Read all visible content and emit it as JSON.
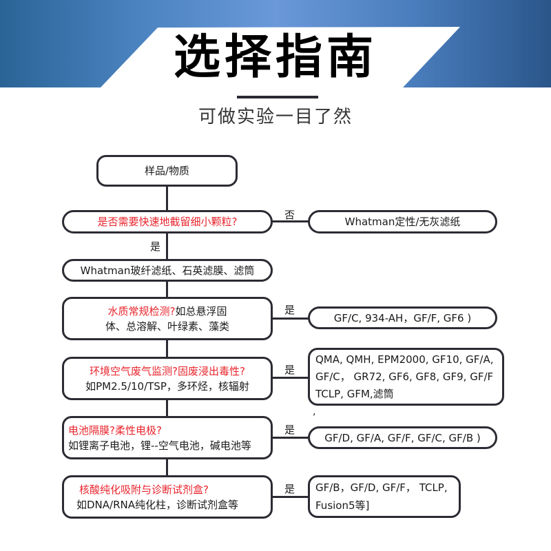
{
  "header": {
    "title": "选择指南",
    "subtitle": "可做实验一目了然",
    "colors": {
      "banner_dark": "#2a6496",
      "banner_light": "#6a98d8",
      "title_text": "#000000"
    }
  },
  "flowchart": {
    "start": {
      "label": "样品/物质"
    },
    "q1": {
      "question": "是否需要快速地截留细小颗粒?",
      "no_label": "否",
      "no_result": "Whatman定性/无灰滤纸",
      "yes_label": "是",
      "yes_result": "Whatman玻纤滤纸、石英滤膜、滤筒"
    },
    "applications": [
      {
        "question": "水质常规检测?",
        "detail_inline": "如总悬浮固",
        "detail": "体、总溶解、叶绿素、藻类",
        "yes_label": "是",
        "result_lines": [
          "GF/C, 934-AH，GF/F, GF6 )"
        ]
      },
      {
        "question": "环境空气废气监测?固废浸出毒性?",
        "detail": "如PM2.5/10/TSP，多环烃，核辐射",
        "yes_label": "是",
        "result_lines": [
          "QMA, QMH, EPM2000, GF10, GF/A,",
          "GF/C， GR72, GF6, GF8, GF9, GF/F",
          "TCLP, GFM,滤筒"
        ]
      },
      {
        "question": "电池隔膜?柔性电极?",
        "detail": "如锂离子电池，锂--空气电池，碱电池等",
        "yes_label": "是",
        "result_lines": [
          "GF/D, GF/A, GF/F, GF/C, GF/B )"
        ]
      },
      {
        "question": "核酸纯化吸附与诊断试剂盒?",
        "detail": "如DNA/RNA纯化柱，诊断试剂盒等",
        "yes_label": "是",
        "result_lines": [
          "GF/B，GF/D, GF/F， TCLP,",
          "Fusion5等]"
        ]
      }
    ],
    "stray_mark": ",",
    "colors": {
      "question_text": "#e8242c",
      "border": "#2b2b33"
    }
  }
}
